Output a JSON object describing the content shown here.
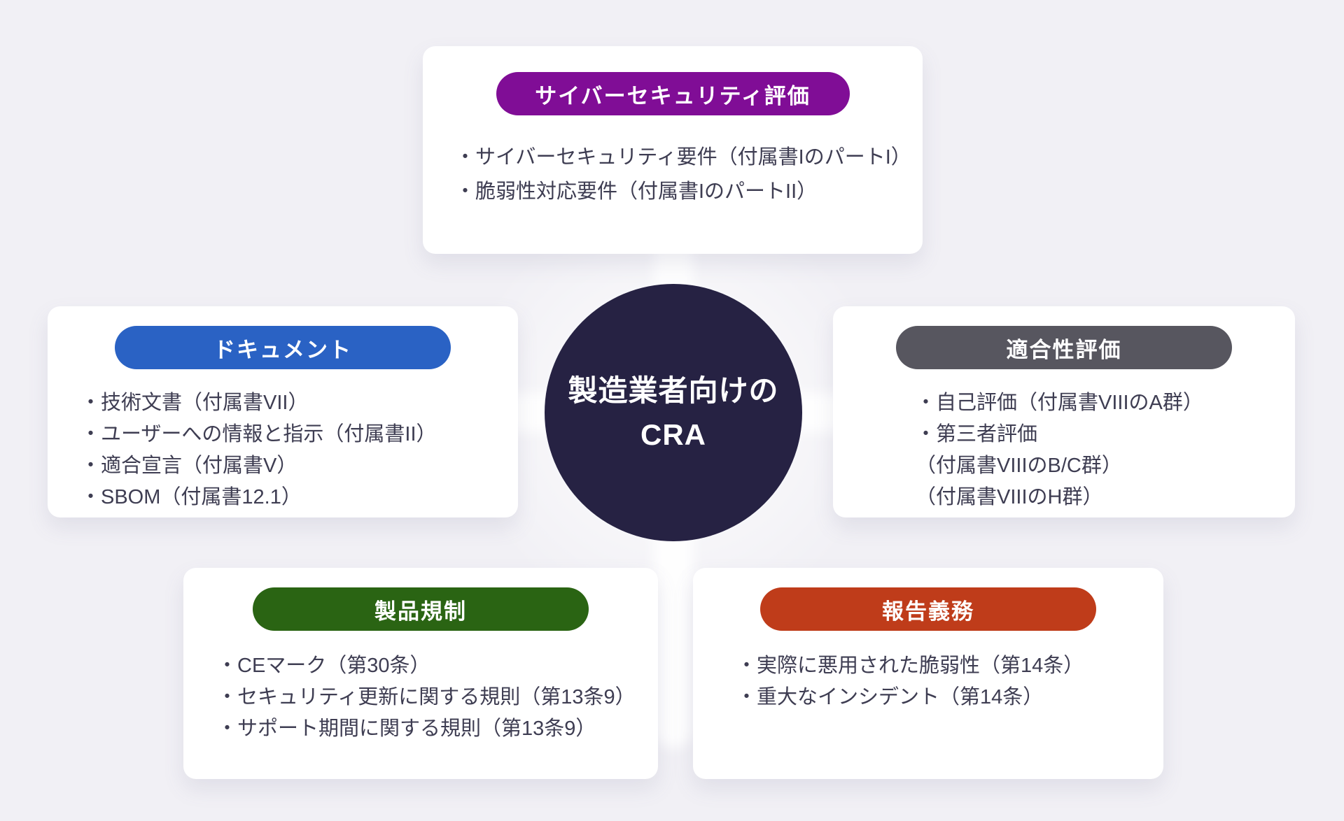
{
  "background": "#f1f0f5",
  "text_color": "#3e3d52",
  "center_circle": {
    "label_line1": "製造業者向けの",
    "label_line2": "CRA",
    "bg_color": "#262243",
    "text_color": "#ffffff"
  },
  "cards": {
    "cybersecurity_assessment": {
      "title": "サイバーセキュリティ評価",
      "pill_color": "#800d96",
      "items": [
        "・サイバーセキュリティ要件（付属書IのパートI）",
        "・脆弱性対応要件（付属書IのパートII）"
      ]
    },
    "documents": {
      "title": "ドキュメント",
      "pill_color": "#2a62c4",
      "items": [
        "・技術文書（付属書VII）",
        "・ユーザーへの情報と指示（付属書II）",
        "・適合宣言（付属書V）",
        "・SBOM（付属書12.1）"
      ]
    },
    "conformity_assessment": {
      "title": "適合性評価",
      "pill_color": "#57565f",
      "items": [
        "・自己評価（付属書VIIIのA群）",
        "・第三者評価",
        "（付属書VIIIのB/C群）",
        "（付属書VIIIのH群）"
      ]
    },
    "product_regulation": {
      "title": "製品規制",
      "pill_color": "#2a6413",
      "items": [
        "・CEマーク（第30条）",
        "・セキュリティ更新に関する規則（第13条9）",
        "・サポート期間に関する規則（第13条9）"
      ]
    },
    "reporting_obligations": {
      "title": "報告義務",
      "pill_color": "#bf3c1a",
      "items": [
        "・実際に悪用された脆弱性（第14条）",
        "・重大なインシデント（第14条）"
      ]
    }
  }
}
